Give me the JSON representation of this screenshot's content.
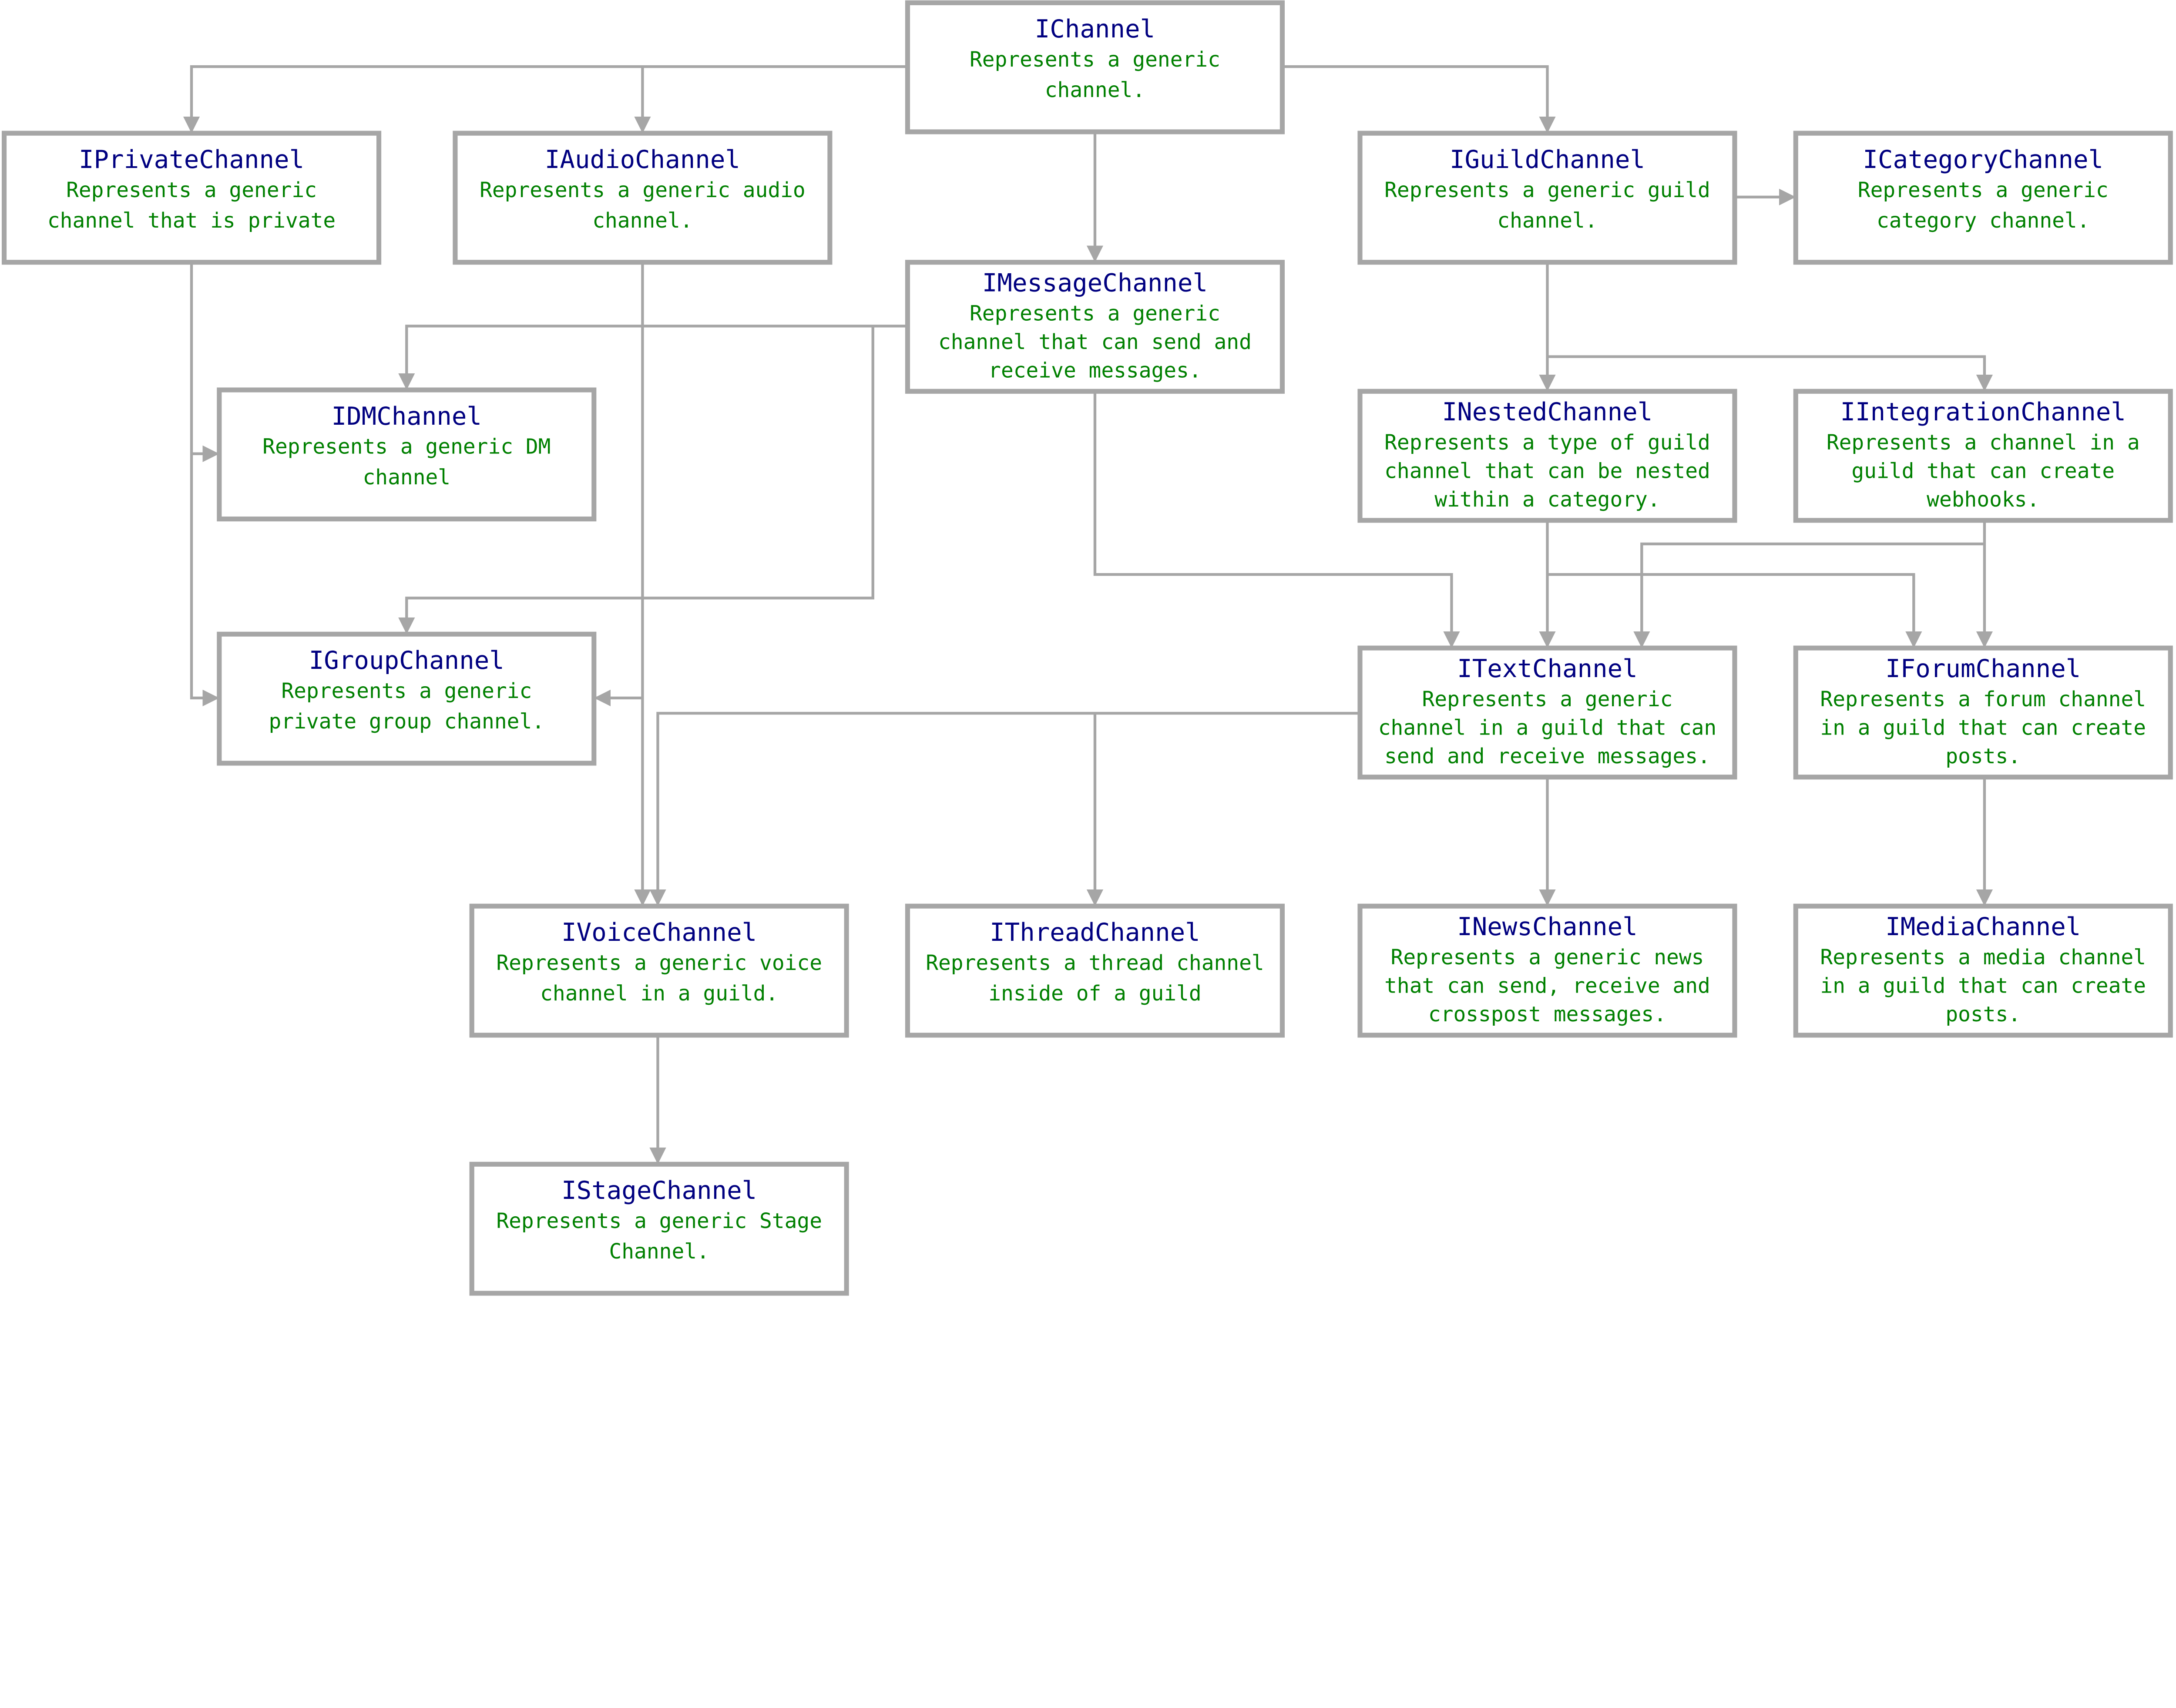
{
  "colors": {
    "title": "#000080",
    "description": "#008000",
    "border": "#a6a6a6",
    "edge": "#a6a6a6"
  },
  "nodes": [
    {
      "id": "IChannel",
      "title": "IChannel",
      "lines": [
        "Represents a generic",
        "channel."
      ]
    },
    {
      "id": "IPrivateChannel",
      "title": "IPrivateChannel",
      "lines": [
        "Represents a generic",
        "channel that is private"
      ]
    },
    {
      "id": "IAudioChannel",
      "title": "IAudioChannel",
      "lines": [
        "Represents a generic audio",
        "channel."
      ]
    },
    {
      "id": "IGuildChannel",
      "title": "IGuildChannel",
      "lines": [
        "Represents a generic guild",
        "channel."
      ]
    },
    {
      "id": "ICategoryChannel",
      "title": "ICategoryChannel",
      "lines": [
        "Represents a generic",
        "category channel."
      ]
    },
    {
      "id": "IMessageChannel",
      "title": "IMessageChannel",
      "lines": [
        "Represents a generic",
        "channel that can send and",
        "receive messages."
      ]
    },
    {
      "id": "IDMChannel",
      "title": "IDMChannel",
      "lines": [
        "Represents a generic DM",
        "channel"
      ]
    },
    {
      "id": "INestedChannel",
      "title": "INestedChannel",
      "lines": [
        "Represents a type of guild",
        "channel that can be nested",
        "within a category."
      ]
    },
    {
      "id": "IIntegrationChannel",
      "title": "IIntegrationChannel",
      "lines": [
        "Represents a channel in a",
        "guild that can create",
        "webhooks."
      ]
    },
    {
      "id": "IGroupChannel",
      "title": "IGroupChannel",
      "lines": [
        "Represents a generic",
        "private group channel."
      ]
    },
    {
      "id": "ITextChannel",
      "title": "ITextChannel",
      "lines": [
        "Represents a generic",
        "channel in a guild that can",
        "send and receive messages."
      ]
    },
    {
      "id": "IForumChannel",
      "title": "IForumChannel",
      "lines": [
        "Represents a forum channel",
        "in a guild that can create",
        "posts."
      ]
    },
    {
      "id": "IVoiceChannel",
      "title": "IVoiceChannel",
      "lines": [
        "Represents a generic voice",
        "channel in a guild."
      ]
    },
    {
      "id": "IThreadChannel",
      "title": "IThreadChannel",
      "lines": [
        "Represents a thread channel",
        "inside of a guild"
      ]
    },
    {
      "id": "INewsChannel",
      "title": "INewsChannel",
      "lines": [
        "Represents a generic news",
        "that can send, receive and",
        "crosspost messages."
      ]
    },
    {
      "id": "IMediaChannel",
      "title": "IMediaChannel",
      "lines": [
        "Represents a media channel",
        "in a guild that can create",
        "posts."
      ]
    },
    {
      "id": "IStageChannel",
      "title": "IStageChannel",
      "lines": [
        "Represents a generic Stage",
        "Channel."
      ]
    }
  ],
  "edges": [
    [
      "IChannel",
      "IPrivateChannel"
    ],
    [
      "IChannel",
      "IAudioChannel"
    ],
    [
      "IChannel",
      "IGuildChannel"
    ],
    [
      "IChannel",
      "IMessageChannel"
    ],
    [
      "IGuildChannel",
      "ICategoryChannel"
    ],
    [
      "IPrivateChannel",
      "IDMChannel"
    ],
    [
      "IPrivateChannel",
      "IGroupChannel"
    ],
    [
      "IAudioChannel",
      "IVoiceChannel"
    ],
    [
      "IAudioChannel",
      "IGroupChannel"
    ],
    [
      "IMessageChannel",
      "IDMChannel"
    ],
    [
      "IMessageChannel",
      "IGroupChannel"
    ],
    [
      "IMessageChannel",
      "ITextChannel"
    ],
    [
      "IGuildChannel",
      "INestedChannel"
    ],
    [
      "IGuildChannel",
      "IIntegrationChannel"
    ],
    [
      "INestedChannel",
      "ITextChannel"
    ],
    [
      "INestedChannel",
      "IForumChannel"
    ],
    [
      "IIntegrationChannel",
      "ITextChannel"
    ],
    [
      "IIntegrationChannel",
      "IForumChannel"
    ],
    [
      "ITextChannel",
      "IVoiceChannel"
    ],
    [
      "ITextChannel",
      "IThreadChannel"
    ],
    [
      "ITextChannel",
      "INewsChannel"
    ],
    [
      "IForumChannel",
      "IMediaChannel"
    ],
    [
      "IVoiceChannel",
      "IStageChannel"
    ]
  ]
}
